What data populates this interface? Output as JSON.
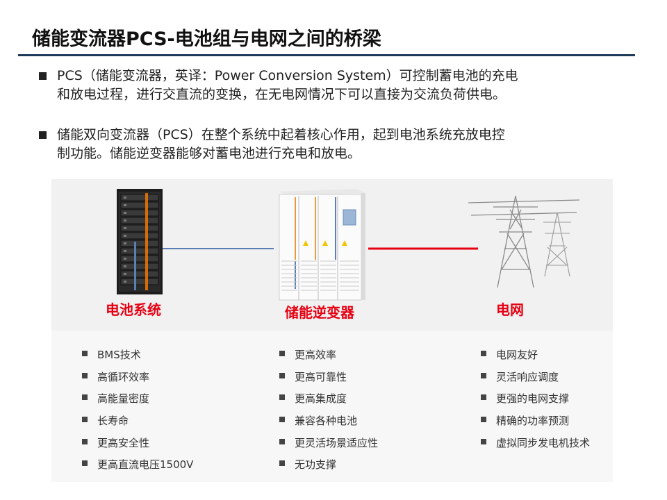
{
  "title": "储能变流器PCS-电池组与电网之间的桥梁",
  "bullets": [
    {
      "line1": "PCS（储能变流器，英译：Power Conversion System）可控制蓄电池的充电",
      "line2": "和放电过程，进行交直流的变换，在无电网情况下可以直接为交流负荷供电。"
    },
    {
      "line1": "储能双向变流器（PCS）在整个系统中起着核心作用，起到电池系统充放电控",
      "line2": "制功能。储能逆变器能够对蓄电池进行充电和放电。"
    }
  ],
  "figure": {
    "labels": {
      "battery": "电池系统",
      "pcs": "储能逆变器",
      "grid": "电网"
    },
    "colors": {
      "label": "#e60012",
      "dc_line": "#5b7fb5",
      "ac_line": "#e60012"
    },
    "columns": [
      {
        "items": [
          "BMS技术",
          "高循环效率",
          "高能量密度",
          "长寿命",
          "更高安全性",
          "更高直流电压1500V"
        ]
      },
      {
        "items": [
          "更高效率",
          "更高可靠性",
          "更高集成度",
          "兼容各种电池",
          "更灵活场景适应性",
          "无功支撑"
        ]
      },
      {
        "items": [
          "电网友好",
          "灵活响应调度",
          "更强的电网支撑",
          "精确的功率预测",
          "虚拟同步发电机技术"
        ]
      }
    ]
  }
}
